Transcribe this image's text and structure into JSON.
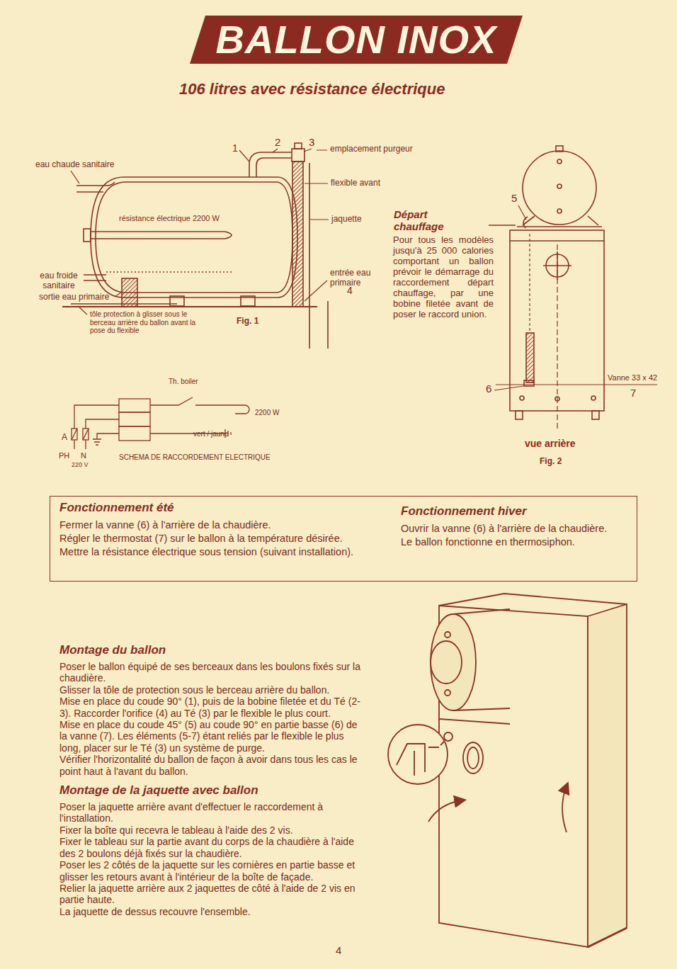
{
  "diagram": {
    "title": "BALLON INOX",
    "nodes": [
      {
        "text": [
          "Fonctionnement été",
          "Fermer la vanne (6) à l'arrière de la chaudière.",
          "Régler le thermostat (7) sur le ballon à la température désirée.",
          "Mettre la résistance électrique sous tension (suivant installation).",
          "Fonctionnement hiver",
          "Ouvrir la vanne (6) à l'arrière de la chaudière.",
          "Le ballon fonctionne en thermosiphon."
        ]
      }
    ],
    "labels": [
      "106 litres avec résistance électrique",
      "1",
      "2",
      "3",
      "emplacement purgeur",
      "eau chaude sanitaire",
      "flexible avant",
      "résistance électrique 2200 W",
      "jaquette",
      "eau froide sanitaire",
      "entrée eau primaire",
      "4",
      "sortie eau primaire",
      "tôle protection à glisser sous le berceau arrière du ballon avant la pose du flexible",
      "Fig. 1",
      "Départ chauffage",
      "Pour tous les modèles jusqu'à 25 000 calories comportant un ballon prévoir le démarrage du raccordement départ chauffage, par une bobine filetée avant de poser le raccord union.",
      "5",
      "6",
      "Vanne 33 x 42",
      "7",
      "vue arrière",
      "Fig. 2",
      "Th. boiler",
      "2200 W",
      "vert / jaune",
      "A",
      "PH",
      "N",
      "220 V",
      "SCHEMA DE RACCORDEMENT ELECTRIQUE",
      "Montage du ballon",
      "Poser le ballon équipé de ses berceaux dans les boulons fixés sur la chaudière.",
      "Glisser la tôle de protection sous le berceau arrière du ballon.",
      "Mise en place du coude 90° (1), puis de la bobine filetée et du Té (2-3). Raccorder l'orifice (4) au Té (3) par le flexible le plus court.",
      "Mise en place du coude 45° (5) au coude 90° en partie basse (6) de la vanne (7). Les éléments (5-7) étant reliés par le flexible le plus long, placer sur le Té (3) un système de purge.",
      "Vérifier l'horizontalité du ballon de façon à avoir dans tous les cas le point haut à l'avant du ballon.",
      "Montage de la jaquette avec ballon",
      "Poser la jaquette arrière avant d'effectuer le raccordement à l'installation.",
      "Fixer la boîte qui recevra le tableau à l'aide des 2 vis.",
      "Fixer le tableau sur la partie avant du corps de la chaudière à l'aide des 2 boulons déjà fixés sur la chaudière.",
      "Poser les 2 côtés de la jaquette sur les cornières en partie basse et glisser les retours avant à l'intérieur de la boîte de façade.",
      "Relier la jaquette arrière aux 2 jaquettes de côté à l'aide de 2 vis en partie haute.",
      "La jaquette de dessus recouvre l'ensemble.",
      "4"
    ]
  }
}
